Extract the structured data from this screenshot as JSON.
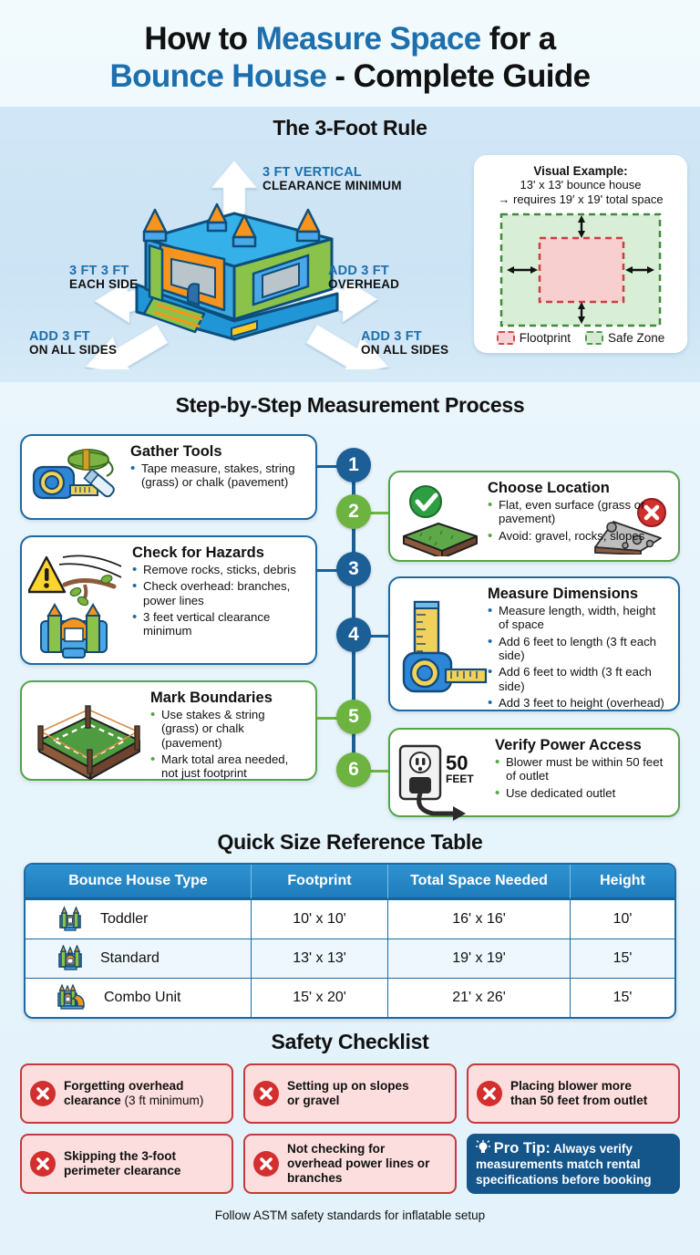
{
  "header": {
    "title_line1_a": "How to ",
    "title_line1_b": "Measure Space",
    "title_line1_c": " for a",
    "title_line2_a": "Bounce House",
    "title_line2_b": " - Complete Guide"
  },
  "rule": {
    "section_title": "The 3-Foot Rule",
    "labels": {
      "top_a": "3 FT VERTICAL",
      "top_b": "CLEARANCE MINIMUM",
      "left_a": "3 FT 3 FT",
      "left_b": "EACH SIDE",
      "right_a": "ADD 3 FT",
      "right_b": "OVERHEAD",
      "bottom_left_a": "ADD 3 FT",
      "bottom_left_b": "ON ALL SIDES",
      "bottom_right_a": "ADD 3 FT",
      "bottom_right_b": "ON ALL SIDES"
    },
    "example": {
      "title": "Visual Example:",
      "line1": "13' x 13' bounce house",
      "line2": "→ requires 19′ x 19' total space",
      "legend_footprint": "Flootprint",
      "legend_safezone": "Safe Zone"
    }
  },
  "process": {
    "section_title": "Step-by-Step Measurement Process",
    "steps": [
      {
        "number": "1",
        "color": "blue",
        "title": "Gather Tools",
        "bullets": [
          "Tape measure, stakes, string (grass) or chalk (pavement)"
        ],
        "icons": [
          "tape-measure-icon",
          "rope-icon",
          "chalk-icon"
        ]
      },
      {
        "number": "2",
        "color": "green",
        "title": "Choose Location",
        "bullets": [
          "Flat, even surface (grass or pavement)",
          "Avoid: gravel, rocks, slopes"
        ],
        "icons": [
          "check-circle-icon",
          "grass-patch-icon",
          "x-circle-icon",
          "gravel-slope-icon"
        ]
      },
      {
        "number": "3",
        "color": "blue",
        "title": "Check for Hazards",
        "bullets": [
          "Remove rocks, sticks, debris",
          "Check overhead: branches, power lines",
          "3 feet vertical clearance minimum"
        ],
        "icons": [
          "warning-triangle-icon",
          "tree-branch-icon",
          "bounce-house-icon"
        ]
      },
      {
        "number": "4",
        "color": "blue",
        "title": "Measure Dimensions",
        "bullets": [
          "Measure length, width, height of space",
          "Add 6 feet to length (3 ft each side)",
          "Add 6 feet to width (3 ft each side)",
          "Add 3 feet to height (overhead)"
        ],
        "icons": [
          "tape-measure-icon"
        ]
      },
      {
        "number": "5",
        "color": "green",
        "title": "Mark Boundaries",
        "bullets": [
          "Use stakes & string (grass) or chalk (pavement)",
          "Mark total area needed, not just footprint"
        ],
        "icons": [
          "staked-area-icon"
        ]
      },
      {
        "number": "6",
        "color": "green",
        "title": "Verify Power Access",
        "bullets": [
          "Blower must be within 50 feet of outlet",
          "Use dedicated outlet"
        ],
        "icons": [
          "power-outlet-icon",
          "arrow-icon"
        ],
        "badge_number": "50",
        "badge_unit": "FEET"
      }
    ]
  },
  "table": {
    "section_title": "Quick Size Reference Table",
    "columns": [
      "Bounce House Type",
      "Footprint",
      "Total Space Needed",
      "Height"
    ],
    "rows": [
      {
        "type": "Toddler",
        "footprint": "10' x 10'",
        "total": "16' x 16'",
        "height": "10'"
      },
      {
        "type": "Standard",
        "footprint": "13' x 13'",
        "total": "19' x 19'",
        "height": "15'"
      },
      {
        "type": "Combo Unit",
        "footprint": "15' x 20'",
        "total": "21' x 26'",
        "height": "15'"
      }
    ]
  },
  "safety": {
    "section_title": "Safety Checklist",
    "items": [
      {
        "bold": "Forgetting overhead",
        "bold2": "clearance ",
        "light": "(3 ft minimum)"
      },
      {
        "bold": "Setting up on slopes",
        "bold2": "or gravel",
        "light": ""
      },
      {
        "bold": "Placing blower more",
        "bold2": "than 50 feet from outlet",
        "light": ""
      },
      {
        "bold": "Skipping the 3-foot",
        "bold2": "perimeter clearance",
        "light": ""
      },
      {
        "bold": "Not checking for",
        "bold2": "overhead power lines or branches",
        "light": ""
      }
    ],
    "pro_tip": {
      "label": "Pro Tip:",
      "text": " Always verify measurements match rental specifications before booking"
    }
  },
  "footer": {
    "note": "Follow ASTM safety standards for inflatable setup"
  },
  "colors": {
    "brand_blue": "#1d6fad",
    "spine_blue": "#1c5f96",
    "accent_green": "#6cb33f",
    "danger_red": "#d32f2f",
    "table_header": "#2386c8",
    "page_bg": "#eaf6fc",
    "band_bg": "#cfe5f4"
  }
}
